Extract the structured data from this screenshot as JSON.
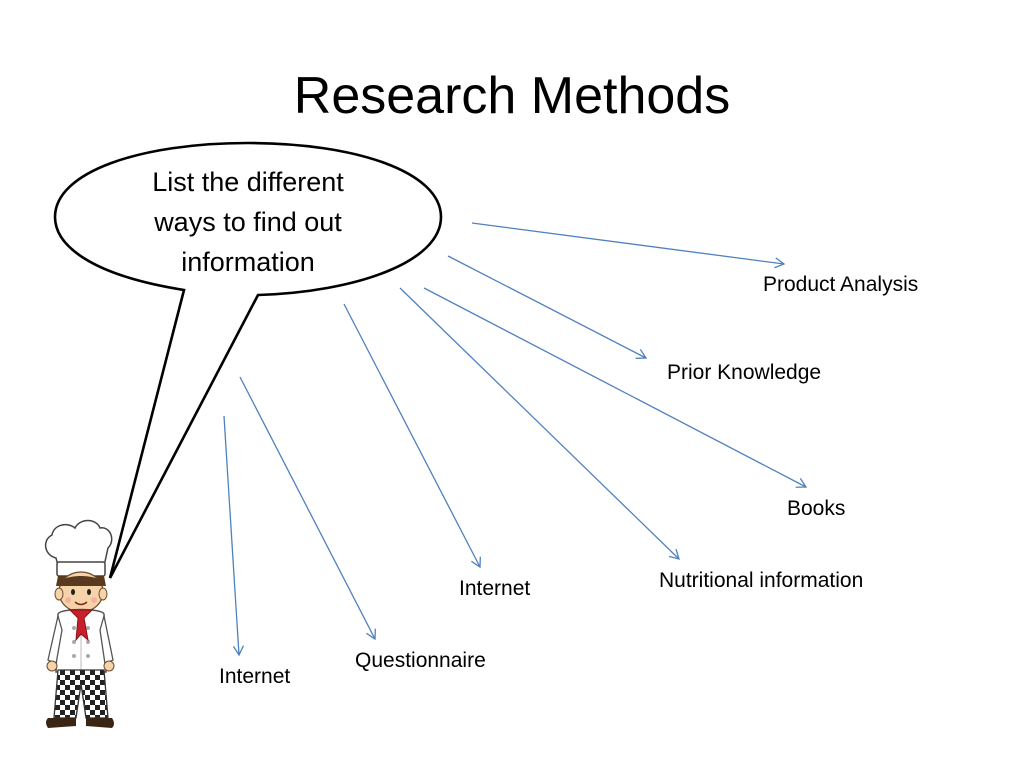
{
  "title": "Research Methods",
  "bubble": {
    "lines": [
      "List the different",
      "ways to find out",
      "information"
    ]
  },
  "labels": {
    "product_analysis": "Product Analysis",
    "prior_knowledge": "Prior Knowledge",
    "books": "Books",
    "nutritional_information": "Nutritional information",
    "internet_1": "Internet",
    "questionnaire": "Questionnaire",
    "internet_2": "Internet"
  },
  "colors": {
    "arrow": "#4f81bd",
    "text": "#000000",
    "bubble_outline": "#000000",
    "background": "#ffffff"
  },
  "illustration": {
    "icon": "chef-icon"
  }
}
